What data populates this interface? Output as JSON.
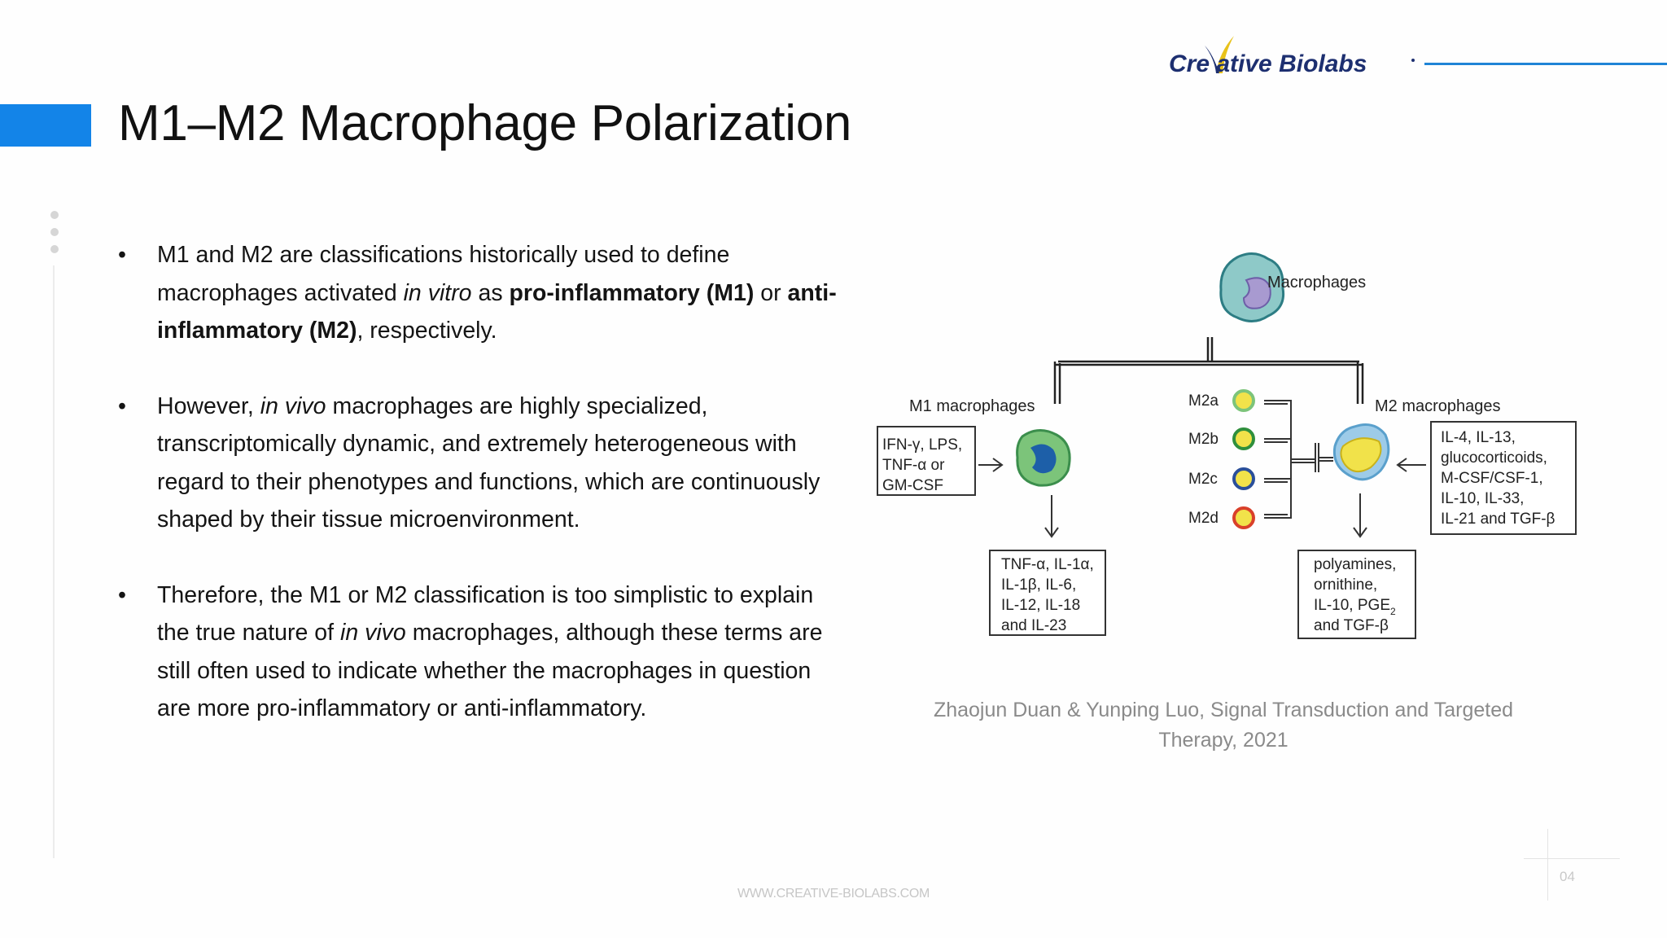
{
  "title": "M1–M2 Macrophage Polarization",
  "logo": {
    "text": "Cre ative Biolabs"
  },
  "bullets": [
    [
      {
        "t": "M1 and M2 are classifications historically used to define macrophages activated "
      },
      {
        "t": "in vitro",
        "i": true
      },
      {
        "t": " as "
      },
      {
        "t": "pro-inflammatory (M1)",
        "b": true
      },
      {
        "t": " or "
      },
      {
        "t": "anti-inflammatory (M2)",
        "b": true
      },
      {
        "t": ", respectively."
      }
    ],
    [
      {
        "t": "However, "
      },
      {
        "t": "in vivo",
        "i": true
      },
      {
        "t": " macrophages are highly specialized, transcriptomically dynamic, and extremely heterogeneous with regard to their phenotypes and functions, which are continuously shaped by their tissue microenvironment."
      }
    ],
    [
      {
        "t": "Therefore, the M1 or M2 classification is too simplistic to explain the true nature of "
      },
      {
        "t": "in vivo",
        "i": true
      },
      {
        "t": " macrophages, although these terms are still often used to indicate whether the macrophages in question are more pro-inflammatory or anti-inflammatory."
      }
    ]
  ],
  "figure": {
    "macrophages": "Macrophages",
    "m1_label": "M1 macrophages",
    "m2_label": "M2 macrophages",
    "m1_inputs": [
      "IFN-γ, LPS,",
      "TNF-α or",
      "GM-CSF"
    ],
    "m1_outputs": [
      "TNF-α, IL-1α,",
      "IL-1β, IL-6,",
      "IL-12, IL-18",
      "and IL-23"
    ],
    "m2_inputs": [
      "IL-4, IL-13,",
      "glucocorticoids,",
      "M-CSF/CSF-1,",
      "IL-10, IL-33,",
      "IL-21 and TGF-β"
    ],
    "m2_outputs": [
      "polyamines,",
      "ornithine,",
      "IL-10, PGE",
      "and TGF-β"
    ],
    "m2_output_sub": "2",
    "subtypes": [
      "M2a",
      "M2b",
      "M2c",
      "M2d"
    ]
  },
  "caption": "Zhaojun Duan & Yunping Luo, Signal Transduction and Targeted Therapy, 2021",
  "footer_url": "WWW.CREATIVE-BIOLABS.COM",
  "page_number": "04",
  "colors": {
    "accent": "#1384e8",
    "logo_navy": "#1d2f70",
    "logo_leaf": "#e8c21a",
    "text": "#141414",
    "caption": "#8a8a8a"
  }
}
